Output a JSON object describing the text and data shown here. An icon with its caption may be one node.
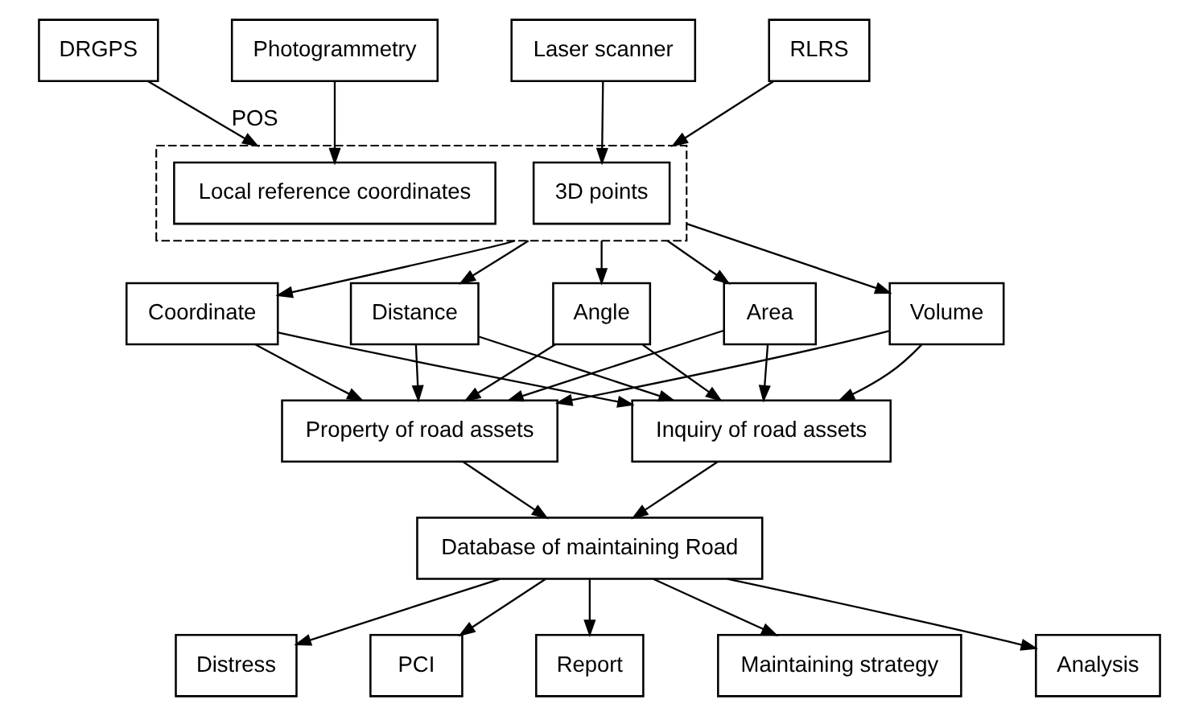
{
  "diagram": {
    "nodes": [
      {
        "text": [
          "Photogrammetry"
        ]
      },
      {
        "text": [
          "Laser scanner"
        ]
      },
      {
        "text": [
          "DRGPS"
        ]
      },
      {
        "text": [],
        "shape": "box"
      },
      {
        "text": [
          "Local reference coordinates"
        ],
        "in": 3
      },
      {
        "text": [
          "3D points"
        ],
        "in": 3
      },
      {
        "text": [
          "RLRS"
        ]
      },
      {
        "text": [
          "Coordinate"
        ]
      },
      {
        "text": [
          "Distance"
        ]
      },
      {
        "text": [
          "Angle"
        ]
      },
      {
        "text": [
          "Area"
        ]
      },
      {
        "text": [
          "Volume"
        ]
      },
      {
        "text": [
          "Property of road assets"
        ]
      },
      {
        "text": [
          "Inquiry of road assets"
        ]
      },
      {
        "text": [
          "Database of maintaining Road"
        ]
      },
      {
        "text": [
          "Distress"
        ]
      },
      {
        "text": [
          "PCI"
        ]
      },
      {
        "text": [
          "Report"
        ]
      },
      {
        "text": [
          "Maintaining strategy"
        ]
      },
      {
        "text": [
          "Analysis"
        ]
      }
    ],
    "edges": [
      {
        "from": 0,
        "to": 4,
        "arrow": "to"
      },
      {
        "from": 1,
        "to": 5,
        "arrow": "to"
      },
      {
        "from": 2,
        "to": 3,
        "arrow": "to",
        "label": "POS"
      },
      {
        "from": 6,
        "to": 3,
        "arrow": "to"
      },
      {
        "from": 3,
        "to": 7,
        "arrow": "to"
      },
      {
        "from": 3,
        "to": 8,
        "arrow": "to"
      },
      {
        "from": 3,
        "to": 9,
        "arrow": "to"
      },
      {
        "from": 3,
        "to": 10,
        "arrow": "to"
      },
      {
        "from": 3,
        "to": 11,
        "arrow": "to"
      },
      {
        "from": 7,
        "to": 12,
        "arrow": "to"
      },
      {
        "from": 8,
        "to": 12,
        "arrow": "to"
      },
      {
        "from": 9,
        "to": 12,
        "arrow": "to"
      },
      {
        "from": 10,
        "to": 12,
        "arrow": "to"
      },
      {
        "from": 11,
        "to": 12,
        "arrow": "to"
      },
      {
        "from": 7,
        "to": 13,
        "arrow": "to"
      },
      {
        "from": 8,
        "to": 13,
        "arrow": "to"
      },
      {
        "from": 9,
        "to": 13,
        "arrow": "to"
      },
      {
        "from": 10,
        "to": 13,
        "arrow": "to"
      },
      {
        "from": 11,
        "to": 13,
        "arrow": "to"
      },
      {
        "from": 12,
        "to": 14,
        "arrow": "to"
      },
      {
        "from": 13,
        "to": 14,
        "arrow": "to"
      },
      {
        "from": 14,
        "to": 15,
        "arrow": "to"
      },
      {
        "from": 14,
        "to": 16,
        "arrow": "to"
      },
      {
        "from": 14,
        "to": 17,
        "arrow": "to"
      },
      {
        "from": 14,
        "to": 18,
        "arrow": "to"
      },
      {
        "from": 14,
        "to": 19,
        "arrow": "to"
      }
    ]
  }
}
